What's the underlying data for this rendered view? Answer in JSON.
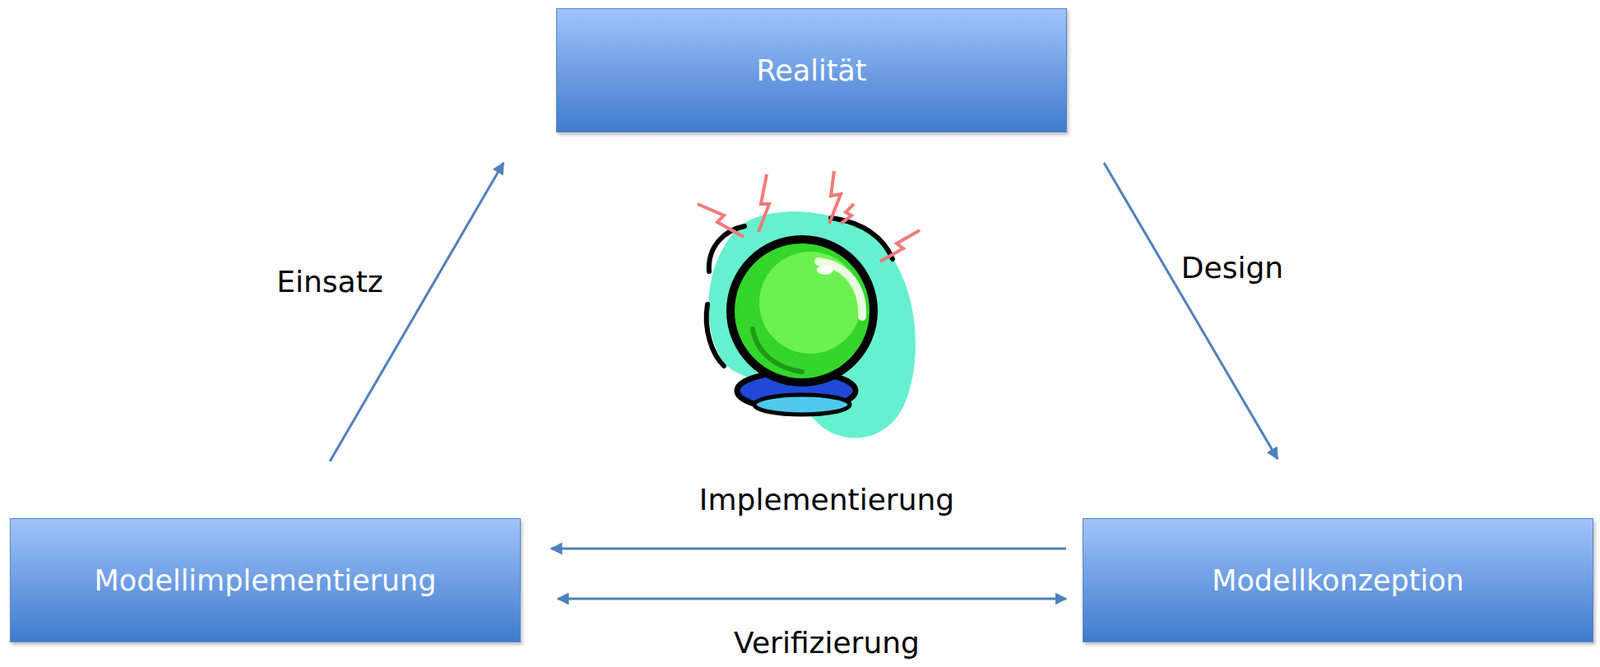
{
  "diagram": {
    "nodes": [
      {
        "text": [
          "Realität"
        ]
      },
      {
        "text": [
          "Modellimplementierung"
        ]
      },
      {
        "text": [
          "Modellkonzeption"
        ]
      }
    ],
    "edges": [
      {
        "from": 0,
        "to": 2,
        "label": "Design",
        "arrow": "to"
      },
      {
        "from": 2,
        "to": 1,
        "label": "Implementierung",
        "arrow": "to"
      },
      {
        "from": 1,
        "to": 2,
        "label": "Verifizierung",
        "arrow": "both"
      },
      {
        "from": 1,
        "to": 0,
        "label": "Einsatz",
        "arrow": "to"
      }
    ]
  }
}
